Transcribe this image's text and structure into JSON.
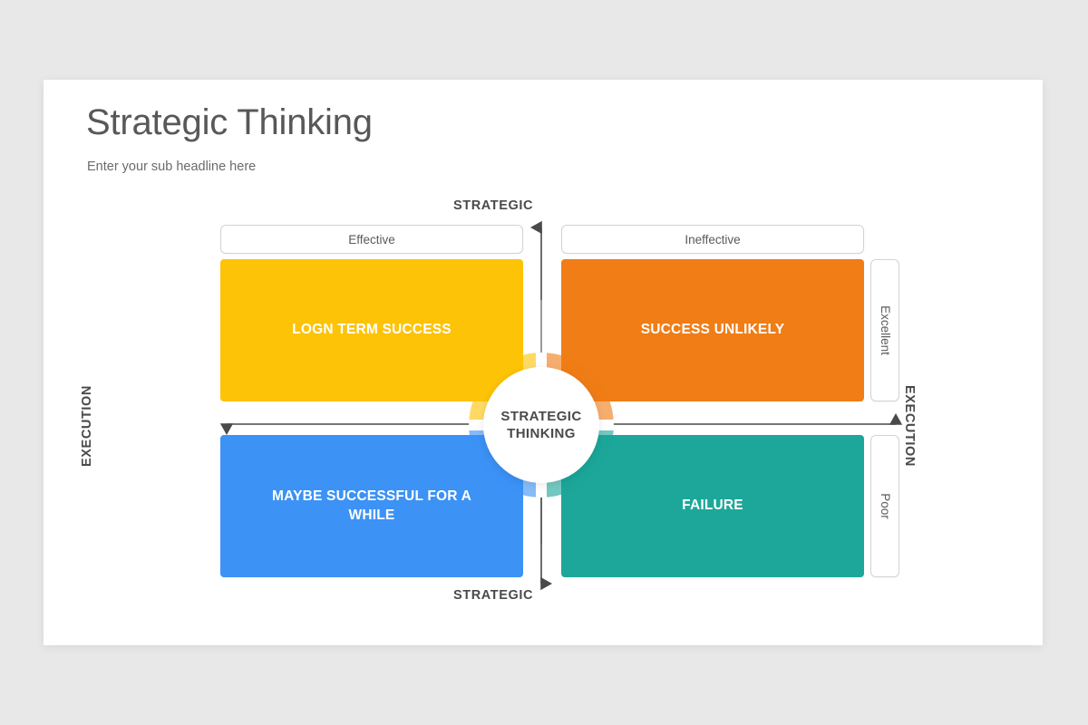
{
  "slide": {
    "title": "Strategic Thinking",
    "subtitle": "Enter your sub headline here"
  },
  "axes": {
    "top_label": "STRATEGIC",
    "bottom_label": "STRATEGIC",
    "left_label": "EXECUTION",
    "right_label": "EXECUTION"
  },
  "column_labels": {
    "left": "Effective",
    "right": "Ineffective"
  },
  "row_labels": {
    "top": "Excellent",
    "bottom": "Poor"
  },
  "center": {
    "line1": "STRATEGIC",
    "line2": "THINKING"
  },
  "quadrants": [
    {
      "id": "top-left",
      "label": "LOGN TERM SUCCESS",
      "color": "#fdc307",
      "column": "Effective",
      "row": "Excellent"
    },
    {
      "id": "top-right",
      "label": "SUCCESS UNLIKELY",
      "color": "#f07d16",
      "column": "Ineffective",
      "row": "Excellent"
    },
    {
      "id": "bottom-left",
      "label": "MAYBE SUCCESSFUL FOR A WHILE",
      "color": "#3c92f5",
      "column": "Effective",
      "row": "Poor"
    },
    {
      "id": "bottom-right",
      "label": "FAILURE",
      "color": "#1ca79a",
      "column": "Ineffective",
      "row": "Poor"
    }
  ],
  "colors": {
    "page_background": "#e8e8e8",
    "card_background": "#ffffff",
    "title_text": "#58585a",
    "body_text": "#5a5a5c",
    "axis_line": "#4a4a4c",
    "pill_border": "#d3d3d3"
  },
  "icons": {
    "arrow_up": "arrow-up-icon",
    "arrow_down": "arrow-down-icon",
    "arrow_left": "arrow-left-icon",
    "arrow_right": "arrow-right-icon"
  }
}
